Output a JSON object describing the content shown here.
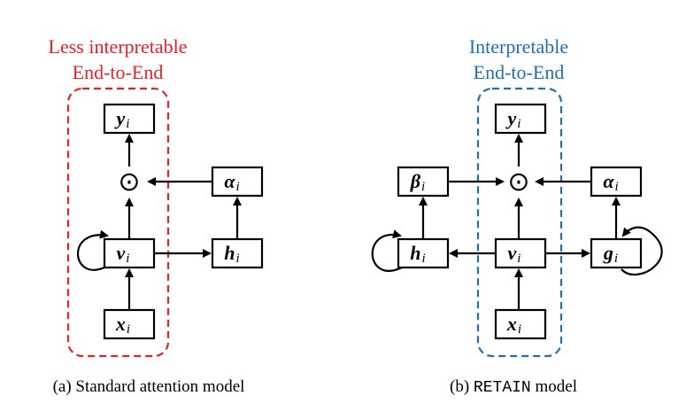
{
  "panel_a": {
    "title_line1": "Less interpretable",
    "title_line2": "End-to-End",
    "caption": "(a) Standard attention model",
    "nodes": {
      "y": "y",
      "alpha": "α",
      "v": "v",
      "h": "h",
      "x": "x"
    },
    "subscript": "i",
    "odot": "⊙",
    "accent_color": "#e8202a"
  },
  "panel_b": {
    "title_line1": "Interpretable",
    "title_line2": "End-to-End",
    "caption_prefix": "(b) ",
    "caption_mono": "RETAIN",
    "caption_suffix": " model",
    "nodes": {
      "y": "y",
      "beta": "β",
      "alpha": "α",
      "h": "h",
      "v": "v",
      "g": "g",
      "x": "x"
    },
    "subscript": "i",
    "odot": "⊙",
    "accent_color": "#1f6fb5"
  }
}
